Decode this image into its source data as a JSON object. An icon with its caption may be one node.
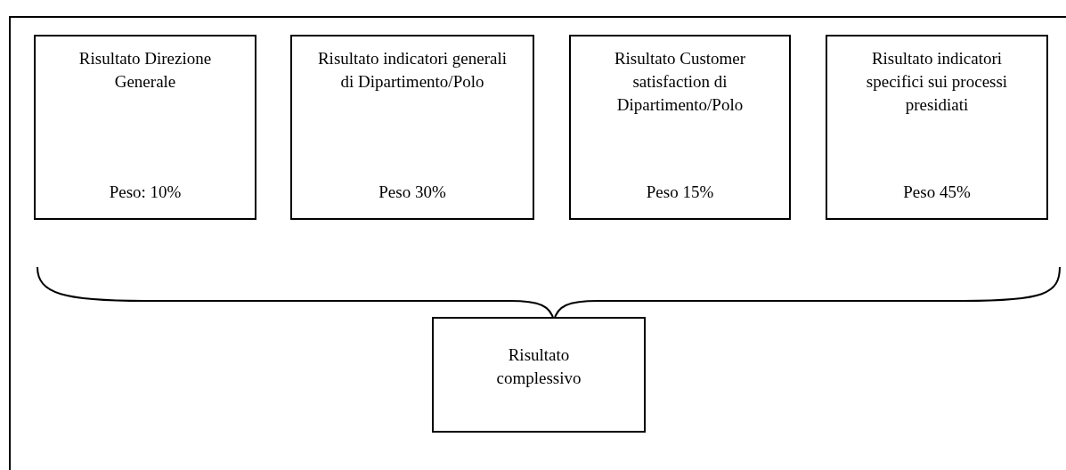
{
  "diagram": {
    "nodes": [
      {
        "text": [],
        "shape": "box"
      },
      {
        "text": [
          "Risultato Direzione Generale",
          "Peso: 10%"
        ],
        "in": 0
      },
      {
        "text": [
          "Risultato indicatori generali di Dipartimento/Polo",
          "Peso 30%"
        ],
        "in": 0
      },
      {
        "text": [
          "Risultato Customer satisfaction di Dipartimento/Polo",
          "Peso 15%"
        ],
        "in": 0
      },
      {
        "text": [
          "Risultato indicatori specifici sui processi presidiati",
          "Peso 45%"
        ],
        "in": 0
      },
      {
        "text": [
          "Risultato complessivo"
        ],
        "in": 0
      }
    ],
    "edges": []
  }
}
